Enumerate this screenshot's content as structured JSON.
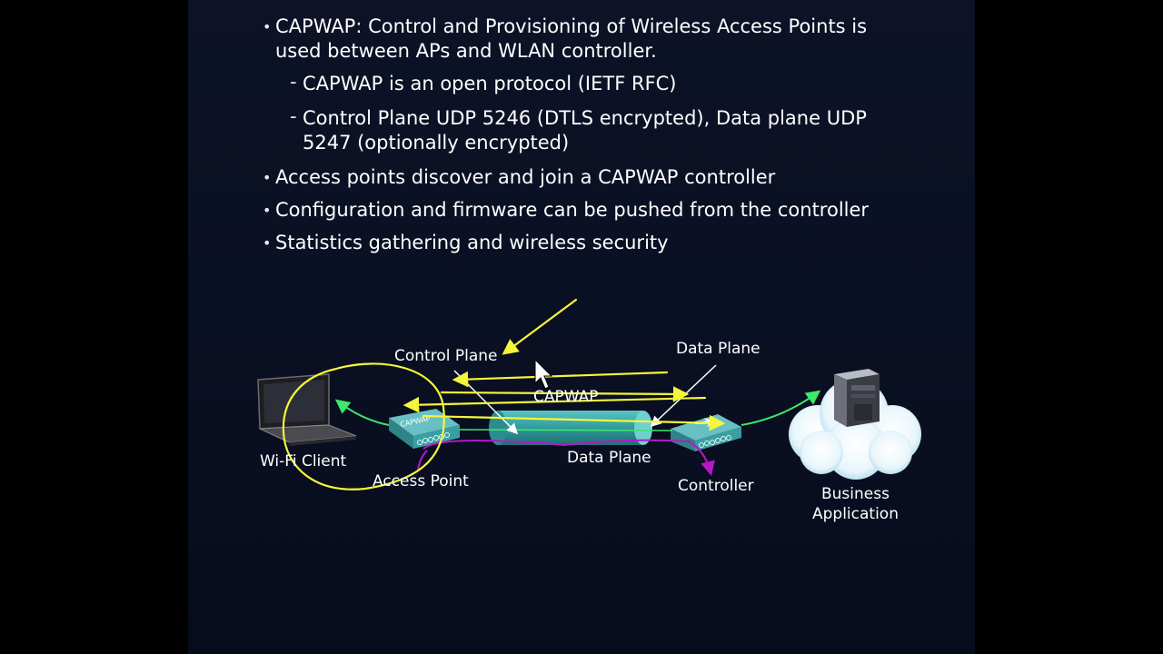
{
  "bullets": [
    {
      "level": 1,
      "text": "CAPWAP: Control and Provisioning of Wireless Access Points is used between APs and WLAN controller."
    },
    {
      "level": 2,
      "text": "CAPWAP is an open protocol (IETF RFC)"
    },
    {
      "level": 2,
      "text": "Control Plane UDP 5246 (DTLS encrypted), Data plane UDP 5247 (optionally encrypted)"
    },
    {
      "level": 1,
      "text": "Access points discover and join a CAPWAP controller"
    },
    {
      "level": 1,
      "text": "Configuration and firmware can be pushed from the controller"
    },
    {
      "level": 1,
      "text": "Statistics gathering and wireless security"
    }
  ],
  "diagram": {
    "control_plane_label": "Control Plane",
    "data_plane_top_label": "Data Plane",
    "capwap_label": "CAPWAP",
    "data_plane_bottom_label": "Data Plane",
    "wifi_client_label": "Wi-Fi Client",
    "access_point_label": "Access Point",
    "controller_label": "Controller",
    "business_app_line1": "Business",
    "business_app_line2": "Application",
    "ap_device_text": "CAPWAP"
  },
  "colors": {
    "slide_bg": "#0b1124",
    "annotation": "#f5f53a",
    "green_arrow": "#3ee86a",
    "magenta_arrow": "#b419c8",
    "tunnel": "#3aa8a8",
    "device": "#4aa6a8"
  }
}
